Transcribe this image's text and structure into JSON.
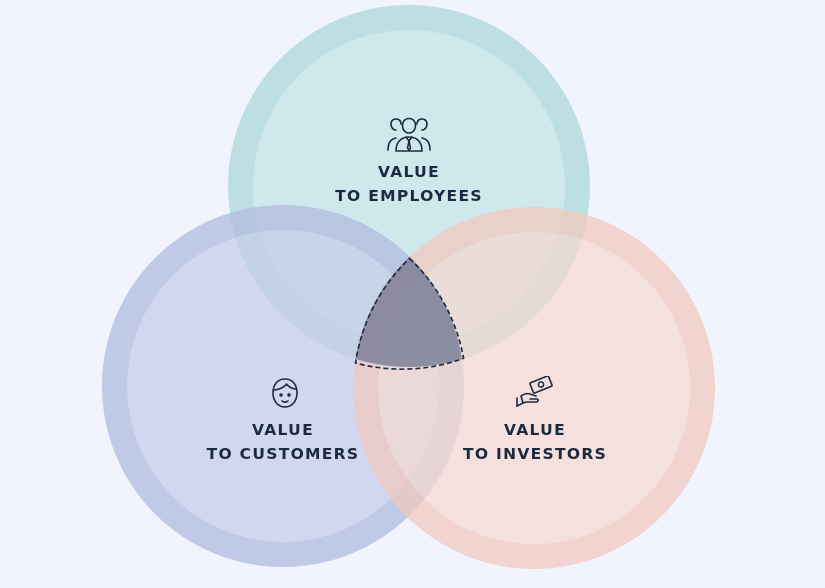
{
  "circles": [
    {
      "id": "employees",
      "line1": "VALUE",
      "line2": "TO EMPLOYEES",
      "icon": "people-group-icon",
      "outer_color": "#b5dcdf",
      "inner_color": "#c8e6e8"
    },
    {
      "id": "customers",
      "line1": "VALUE",
      "line2": "TO CUSTOMERS",
      "icon": "person-face-icon",
      "outer_color": "#bac4e0",
      "inner_color": "#cbd3ea"
    },
    {
      "id": "investors",
      "line1": "VALUE",
      "line2": "TO INVESTORS",
      "icon": "money-hand-icon",
      "outer_color": "#f2cfc6",
      "inner_color": "#f6dcd4"
    }
  ],
  "center_region_color": "#6d7690"
}
